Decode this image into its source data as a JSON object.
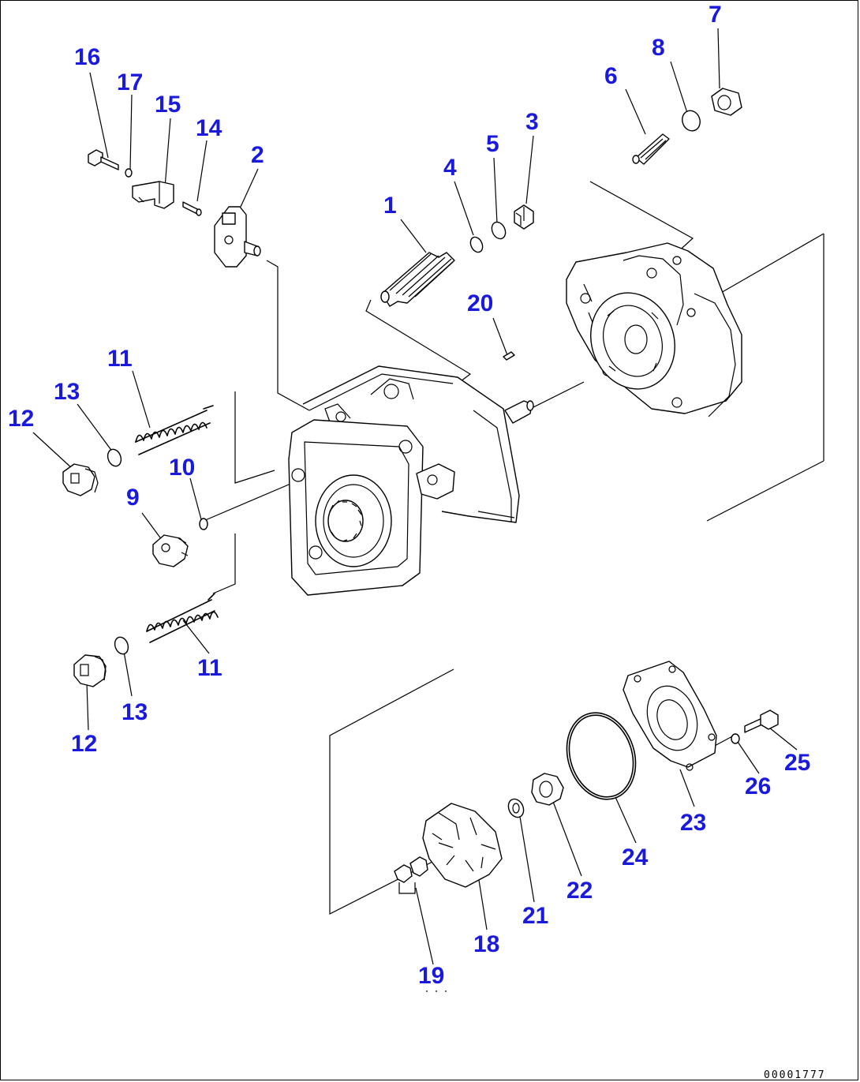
{
  "diagram_code": "00001777",
  "callouts": [
    {
      "id": "c1",
      "text": "1"
    },
    {
      "id": "c2",
      "text": "2"
    },
    {
      "id": "c3",
      "text": "3"
    },
    {
      "id": "c4",
      "text": "4"
    },
    {
      "id": "c5",
      "text": "5"
    },
    {
      "id": "c6",
      "text": "6"
    },
    {
      "id": "c7",
      "text": "7"
    },
    {
      "id": "c8",
      "text": "8"
    },
    {
      "id": "c9",
      "text": "9"
    },
    {
      "id": "c10",
      "text": "10"
    },
    {
      "id": "c11a",
      "text": "11"
    },
    {
      "id": "c11b",
      "text": "11"
    },
    {
      "id": "c12a",
      "text": "12"
    },
    {
      "id": "c12b",
      "text": "12"
    },
    {
      "id": "c13a",
      "text": "13"
    },
    {
      "id": "c13b",
      "text": "13"
    },
    {
      "id": "c14",
      "text": "14"
    },
    {
      "id": "c15",
      "text": "15"
    },
    {
      "id": "c16",
      "text": "16"
    },
    {
      "id": "c17",
      "text": "17"
    },
    {
      "id": "c18",
      "text": "18"
    },
    {
      "id": "c19",
      "text": "19"
    },
    {
      "id": "c20",
      "text": "20"
    },
    {
      "id": "c21",
      "text": "21"
    },
    {
      "id": "c22",
      "text": "22"
    },
    {
      "id": "c23",
      "text": "23"
    },
    {
      "id": "c24",
      "text": "24"
    },
    {
      "id": "c25",
      "text": "25"
    },
    {
      "id": "c26",
      "text": "26"
    }
  ],
  "colors": {
    "callout": "#1a1adf",
    "line": "#000000"
  }
}
